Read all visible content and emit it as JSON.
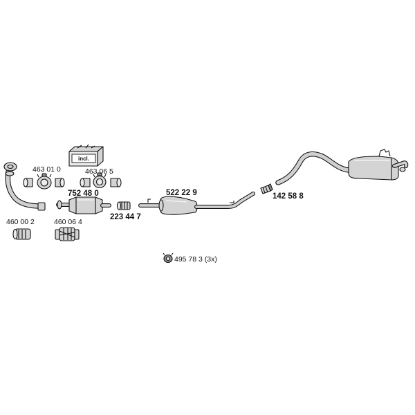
{
  "parts": {
    "front_pipe": "460 00 2",
    "flex_joint": "460 06 4",
    "gasket_a": "463 01 0",
    "gasket_b": "463 06 5",
    "catalytic_converter": "752 48 0",
    "connector": "223 44 7",
    "middle_silencer": "522 22 9",
    "clamp": "142 58 8",
    "rubber_mount": "495 78 3 (3x)"
  },
  "kit_box": {
    "label": "incl."
  },
  "colors": {
    "line": "#111111",
    "metal_fill": "#d4d4d4",
    "background": "#ffffff"
  },
  "icons": [
    "exhaust-pipe-icon",
    "gasket-icon",
    "clamp-icon",
    "catalytic-converter-icon",
    "silencer-icon",
    "rubber-mount-icon",
    "kit-box-icon"
  ]
}
